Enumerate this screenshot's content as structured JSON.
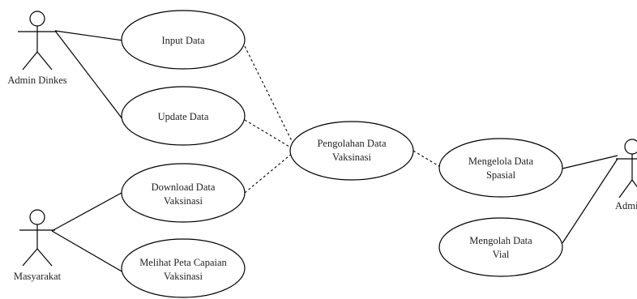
{
  "actors": {
    "admin_dinkes": "Admin Dinkes",
    "masyarakat": "Masyarakat",
    "admin": "Admin"
  },
  "use_cases": {
    "input_data": [
      "Input Data"
    ],
    "update_data": [
      "Update Data"
    ],
    "download_data": [
      "Download Data",
      "Vaksinasi"
    ],
    "melihat_peta": [
      "Melihat Peta Capaian",
      "Vaksinasi"
    ],
    "pengolahan_data": [
      "Pengolahan Data",
      "Vaksinasi"
    ],
    "mengelola_data": [
      "Mengelola Data",
      "Spasial"
    ],
    "mengolah_data": [
      "Mengolah Data",
      "Vial"
    ]
  }
}
